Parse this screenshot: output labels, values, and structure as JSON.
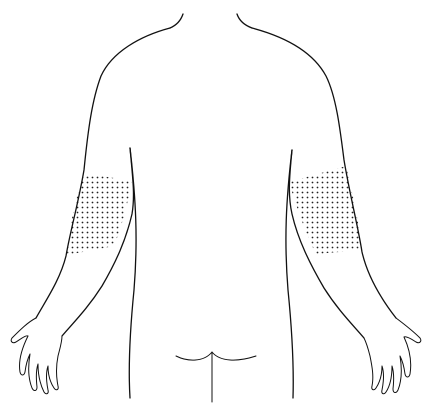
{
  "figure": {
    "view": "back",
    "shaded_regions": [
      "left-upper-arm-back",
      "right-upper-arm-back"
    ],
    "colors": {
      "line": "#111111",
      "dots": "#222222",
      "background": "#ffffff"
    }
  }
}
